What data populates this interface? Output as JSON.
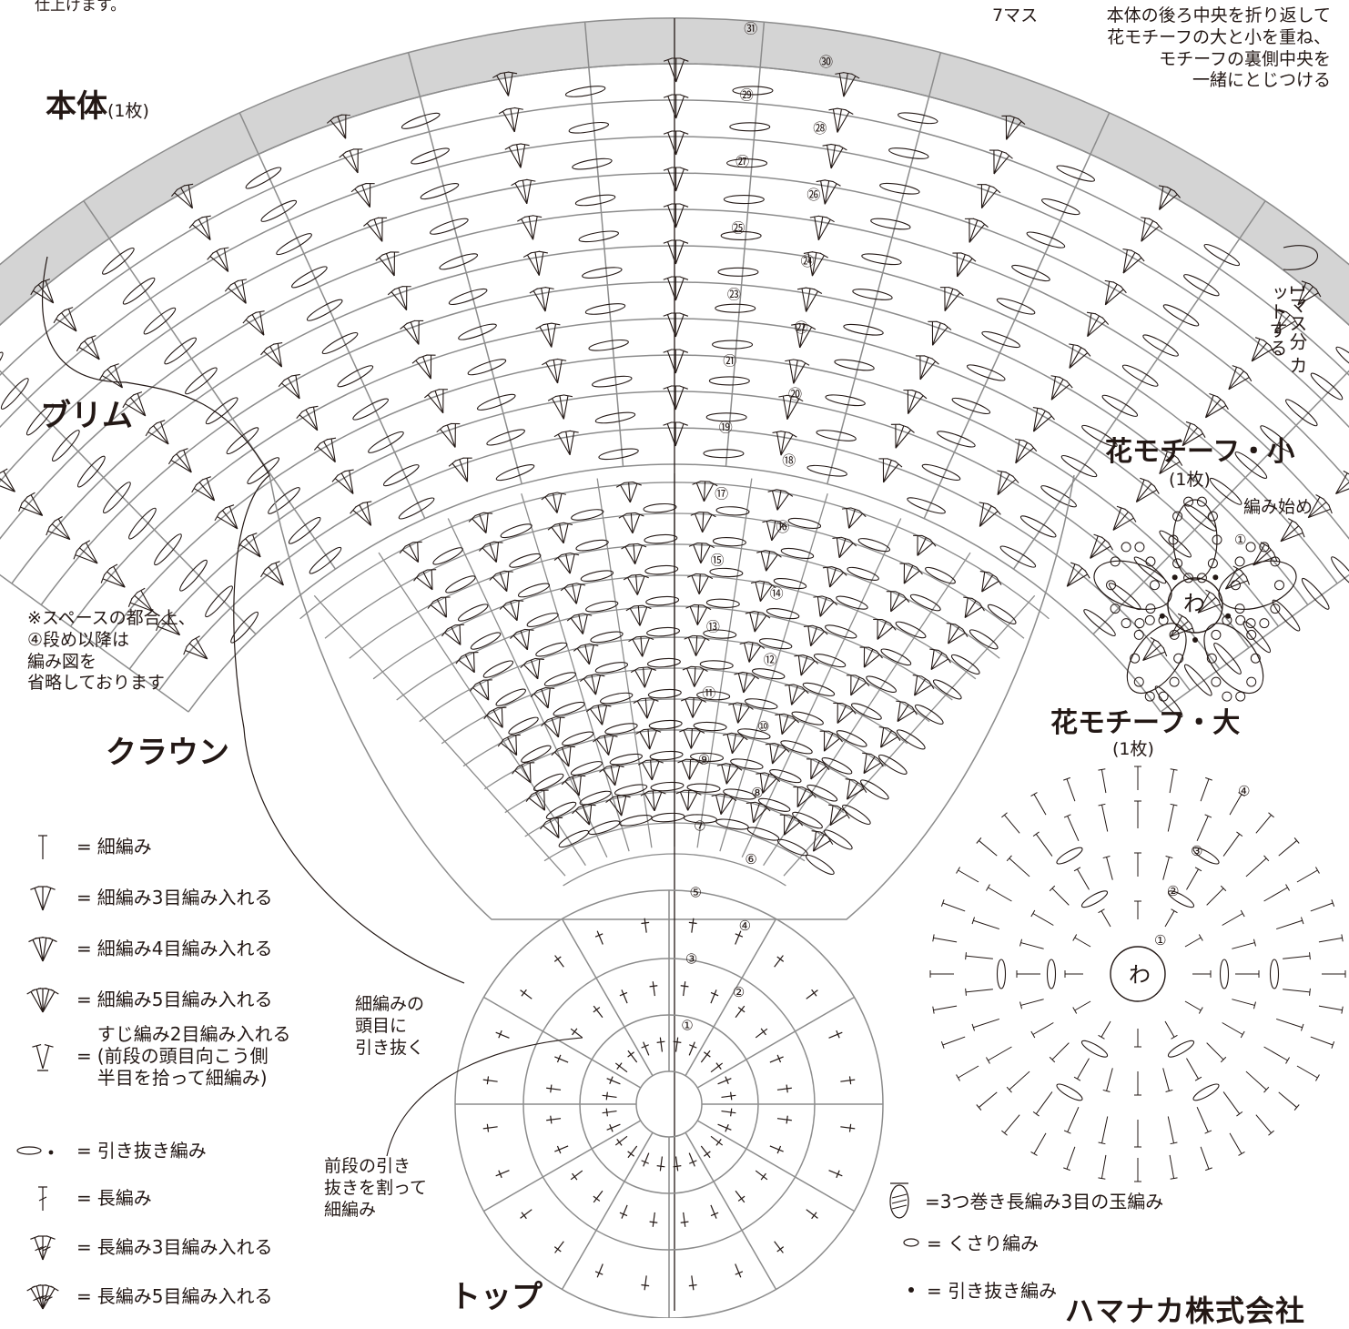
{
  "title": {
    "main": "本体",
    "main_count": "(1枚)",
    "top_left_note": "仕上げます。"
  },
  "labels": {
    "brim": "ブリム",
    "crown": "クラウン",
    "top": "トップ",
    "space_note": "※スペースの都合上、\n④段め以降は\n編み図を\n省略しております",
    "callout_sc_head": "細編みの\n頭目に\n引き抜く",
    "callout_split": "前段の引き\n抜きを割って\n細編み",
    "seven_squares": "7マス",
    "fold_instruction": "本体の後ろ中央を折り返して\n花モチーフの大と小を重ね、\nモチーフの裏側中央を\n一緒にとじつける",
    "cut_note": "1マス分\nカットする",
    "start_label": "編み始め",
    "ring": "わ"
  },
  "motif_small": {
    "title": "花モチーフ・小",
    "count": "(1枚)"
  },
  "motif_large": {
    "title": "花モチーフ・大",
    "count": "(1枚)"
  },
  "legend": [
    {
      "symbol": "sc",
      "text": "細編み",
      "icon": "single-crochet-icon"
    },
    {
      "symbol": "sc3",
      "text": "細編み3目編み入れる",
      "icon": "sc-3-inc-icon"
    },
    {
      "symbol": "sc4",
      "text": "細編み4目編み入れる",
      "icon": "sc-4-inc-icon"
    },
    {
      "symbol": "sc5",
      "text": "細編み5目編み入れる",
      "icon": "sc-5-inc-icon"
    },
    {
      "symbol": "fl2",
      "text": "すじ編み2目編み入れる\n(前段の頭目向こう側\n半目を拾って細編み)",
      "icon": "front-loop-2-inc-icon"
    },
    {
      "symbol": "slst",
      "text": "引き抜き編み",
      "icon": "slip-stitch-icon"
    },
    {
      "symbol": "dc",
      "text": "長編み",
      "icon": "double-crochet-icon"
    },
    {
      "symbol": "dc3",
      "text": "長編み3目編み入れる",
      "icon": "dc-3-inc-icon"
    },
    {
      "symbol": "dc5",
      "text": "長編み5目編み入れる",
      "icon": "dc-5-inc-icon"
    }
  ],
  "legend_right": [
    {
      "text": "=3つ巻き長編み3目の玉編み",
      "icon": "triple-treble-cluster-icon"
    },
    {
      "text": "= くさり編み",
      "icon": "chain-stitch-icon"
    },
    {
      "text": "= 引き抜き編み",
      "icon": "slip-stitch-dot-icon"
    }
  ],
  "round_numbers": [
    "①",
    "②",
    "③",
    "④",
    "⑤",
    "⑥",
    "⑦",
    "⑧",
    "⑨",
    "⑩",
    "⑪",
    "⑫",
    "⑬",
    "⑭",
    "⑮",
    "⑯",
    "⑰",
    "⑱",
    "⑲",
    "⑳",
    "㉑",
    "㉒",
    "㉓",
    "㉔",
    "㉕",
    "㉖",
    "㉗",
    "㉘",
    "㉙",
    "㉚",
    "㉛"
  ],
  "motif_large_rounds": [
    "①",
    "②",
    "③",
    "④"
  ],
  "motif_small_rounds": [
    "①"
  ],
  "company": "ハマナカ株式会社",
  "colors": {
    "ink": "#231815",
    "grid": "#8c8c8c",
    "shade": "#d4d4d4"
  }
}
